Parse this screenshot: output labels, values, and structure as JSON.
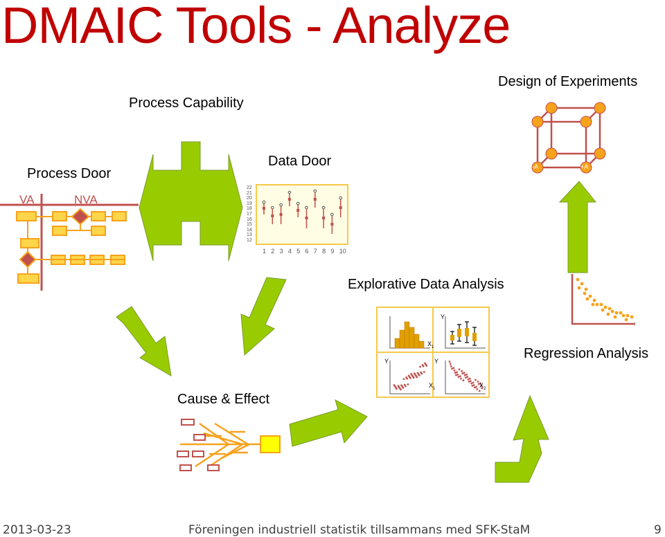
{
  "slide": {
    "title": "DMAIC Tools - Analyze",
    "labels": {
      "process_capability": "Process Capability",
      "design_of_experiments": "Design of Experiments",
      "process_door": "Process Door",
      "data_door": "Data Door",
      "explorative_data_analysis": "Explorative Data Analysis",
      "regression_analysis": "Regression Analysis",
      "cause_effect": "Cause & Effect"
    },
    "process_map": {
      "va": "VA",
      "nva": "NVA"
    },
    "doe_cube": {
      "corner_low": "-A",
      "corner_high": "+A"
    },
    "data_door_chart": {
      "y_ticks": [
        "22",
        "21",
        "20",
        "19",
        "18",
        "17",
        "16",
        "15",
        "14",
        "13",
        "12"
      ],
      "x_ticks": [
        "1",
        "2",
        "3",
        "4",
        "5",
        "6",
        "7",
        "8",
        "9",
        "10"
      ]
    },
    "eda_panel": {
      "y": "Y",
      "x1": "X",
      "x1_sub": "1",
      "x2": "X",
      "x2_sub": "2"
    },
    "footer": {
      "date": "2013-03-23",
      "organization": "Föreningen industriell statistik tillsammans med SFK-StaM",
      "page": "9"
    }
  },
  "colors": {
    "title": "#c00000",
    "arrow_green": "#99cc00",
    "orange_node": "#f7a21b",
    "process_red": "#c0504d",
    "yellow": "#ffff00"
  }
}
